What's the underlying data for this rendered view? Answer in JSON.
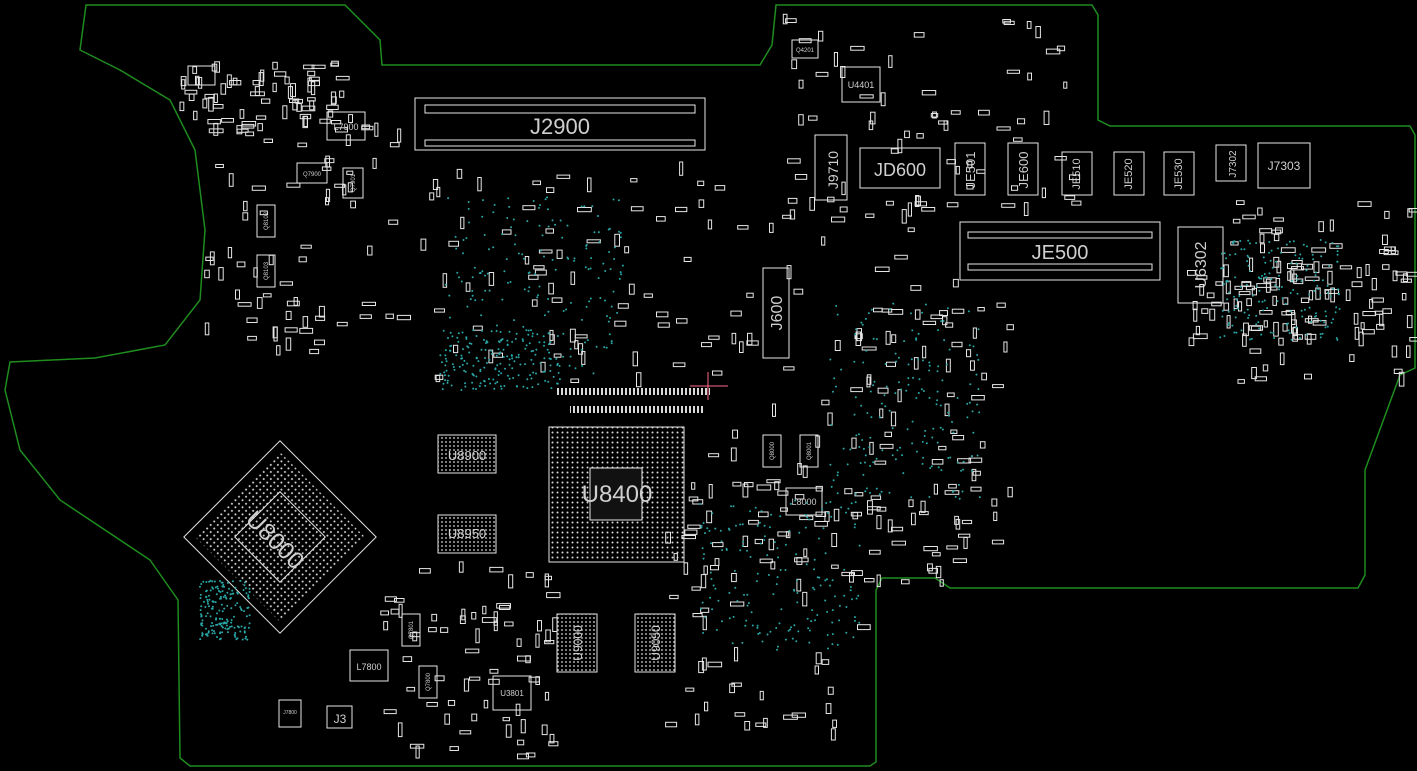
{
  "colors": {
    "background": "#000000",
    "outline": "#1e8c1e",
    "silkscreen": "#e6e6e6",
    "label": "#cfcfcf",
    "via": "#2aa6a6",
    "marker": "#ff6a8a"
  },
  "labels": {
    "j2900": "J2900",
    "jd600": "JD600",
    "j9710": "J9710",
    "je501": "JE501",
    "je600": "JE600",
    "je510": "JE510",
    "je520": "JE520",
    "je530": "JE530",
    "j7302": "J7302",
    "j7303": "J7303",
    "je500": "JE500",
    "u6302": "U6302",
    "j600": "J600",
    "u4401": "U4401",
    "q4201": "Q4201",
    "l7900": "L7900",
    "q7900": "Q7900",
    "q7901": "Q7901",
    "q8102": "Q8102",
    "q8103": "Q8103",
    "u8900": "U8900",
    "u8950": "U8950",
    "u8400": "U8400",
    "u9000": "U9000",
    "u9050": "U9050",
    "u3801": "U3801",
    "l7800": "L7800",
    "q7801": "Q7801",
    "q7800": "Q7800",
    "j3": "J3",
    "j7800": "J7800",
    "l8000": "L8000",
    "q8000": "Q8000",
    "q8001": "Q8001",
    "u8000_gpu": "U8000"
  }
}
